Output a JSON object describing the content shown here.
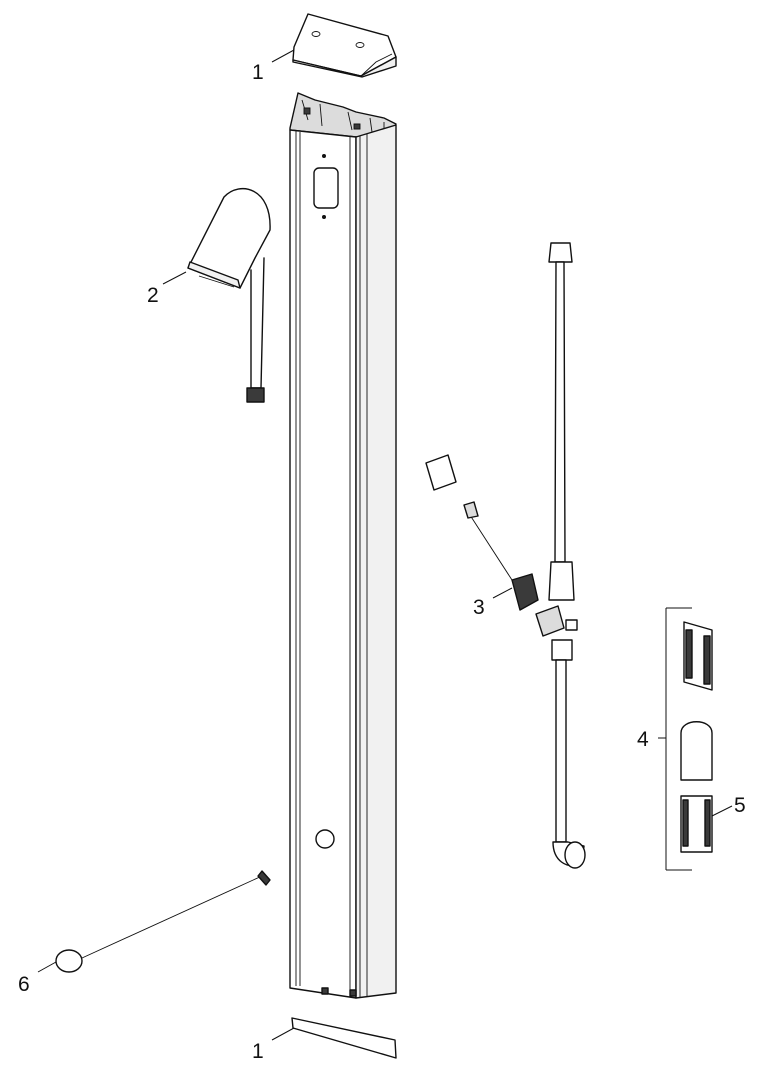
{
  "callouts": [
    {
      "id": "c1_top",
      "label": "1"
    },
    {
      "id": "c2",
      "label": "2"
    },
    {
      "id": "c3",
      "label": "3"
    },
    {
      "id": "c4",
      "label": "4"
    },
    {
      "id": "c5",
      "label": "5"
    },
    {
      "id": "c6",
      "label": "6"
    },
    {
      "id": "c1_bottom",
      "label": "1"
    }
  ]
}
